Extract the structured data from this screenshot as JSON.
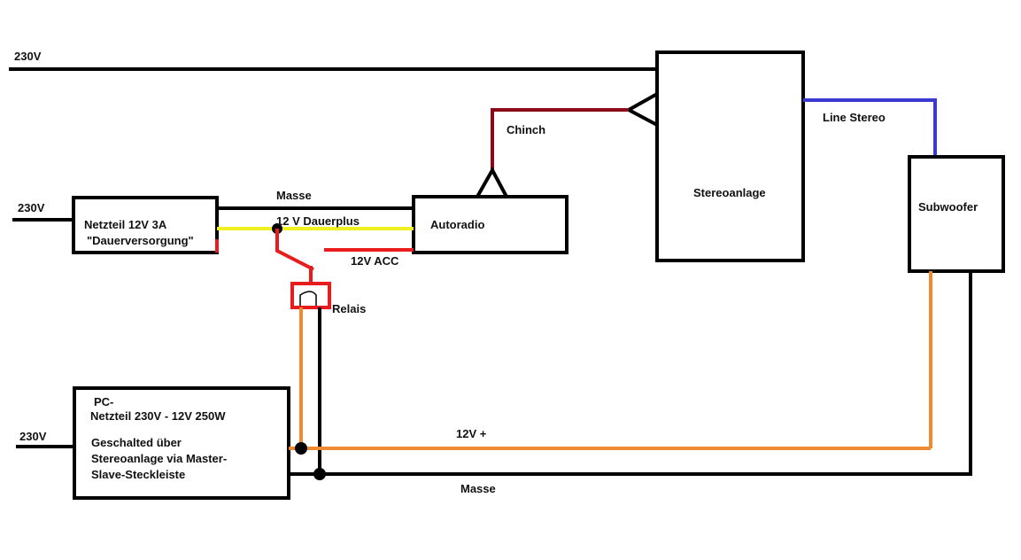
{
  "colors": {
    "black": "#000000",
    "yellow": "#f0f020",
    "red": "#e81c1c",
    "darkred": "#8b0a1a",
    "blue": "#3a3ad0",
    "orange": "#f08a30"
  },
  "labels": {
    "mains_top": "230V",
    "mains_psu12": "230V",
    "mains_pcpsu": "230V",
    "chinch": "Chinch",
    "line_stereo": "Line Stereo",
    "masse_top": "Masse",
    "dauerplus": "12 V Dauerplus",
    "acc": "12V ACC",
    "relais": "Relais",
    "plus12": "12V +",
    "masse_bottom": "Masse"
  },
  "blocks": {
    "psu12": {
      "line1": "Netzteil 12V 3A",
      "line2": "\"Dauerversorgung\""
    },
    "autoradio": {
      "label": "Autoradio"
    },
    "stereo": {
      "label": "Stereoanlage"
    },
    "subwoofer": {
      "label": "Subwoofer"
    },
    "pcpsu": {
      "line1": "PC-",
      "line2": "Netzteil 230V - 12V 250W",
      "line3": "Geschalted über",
      "line4": "Stereoanlage via Master-",
      "line5": "Slave-Steckleiste"
    }
  }
}
